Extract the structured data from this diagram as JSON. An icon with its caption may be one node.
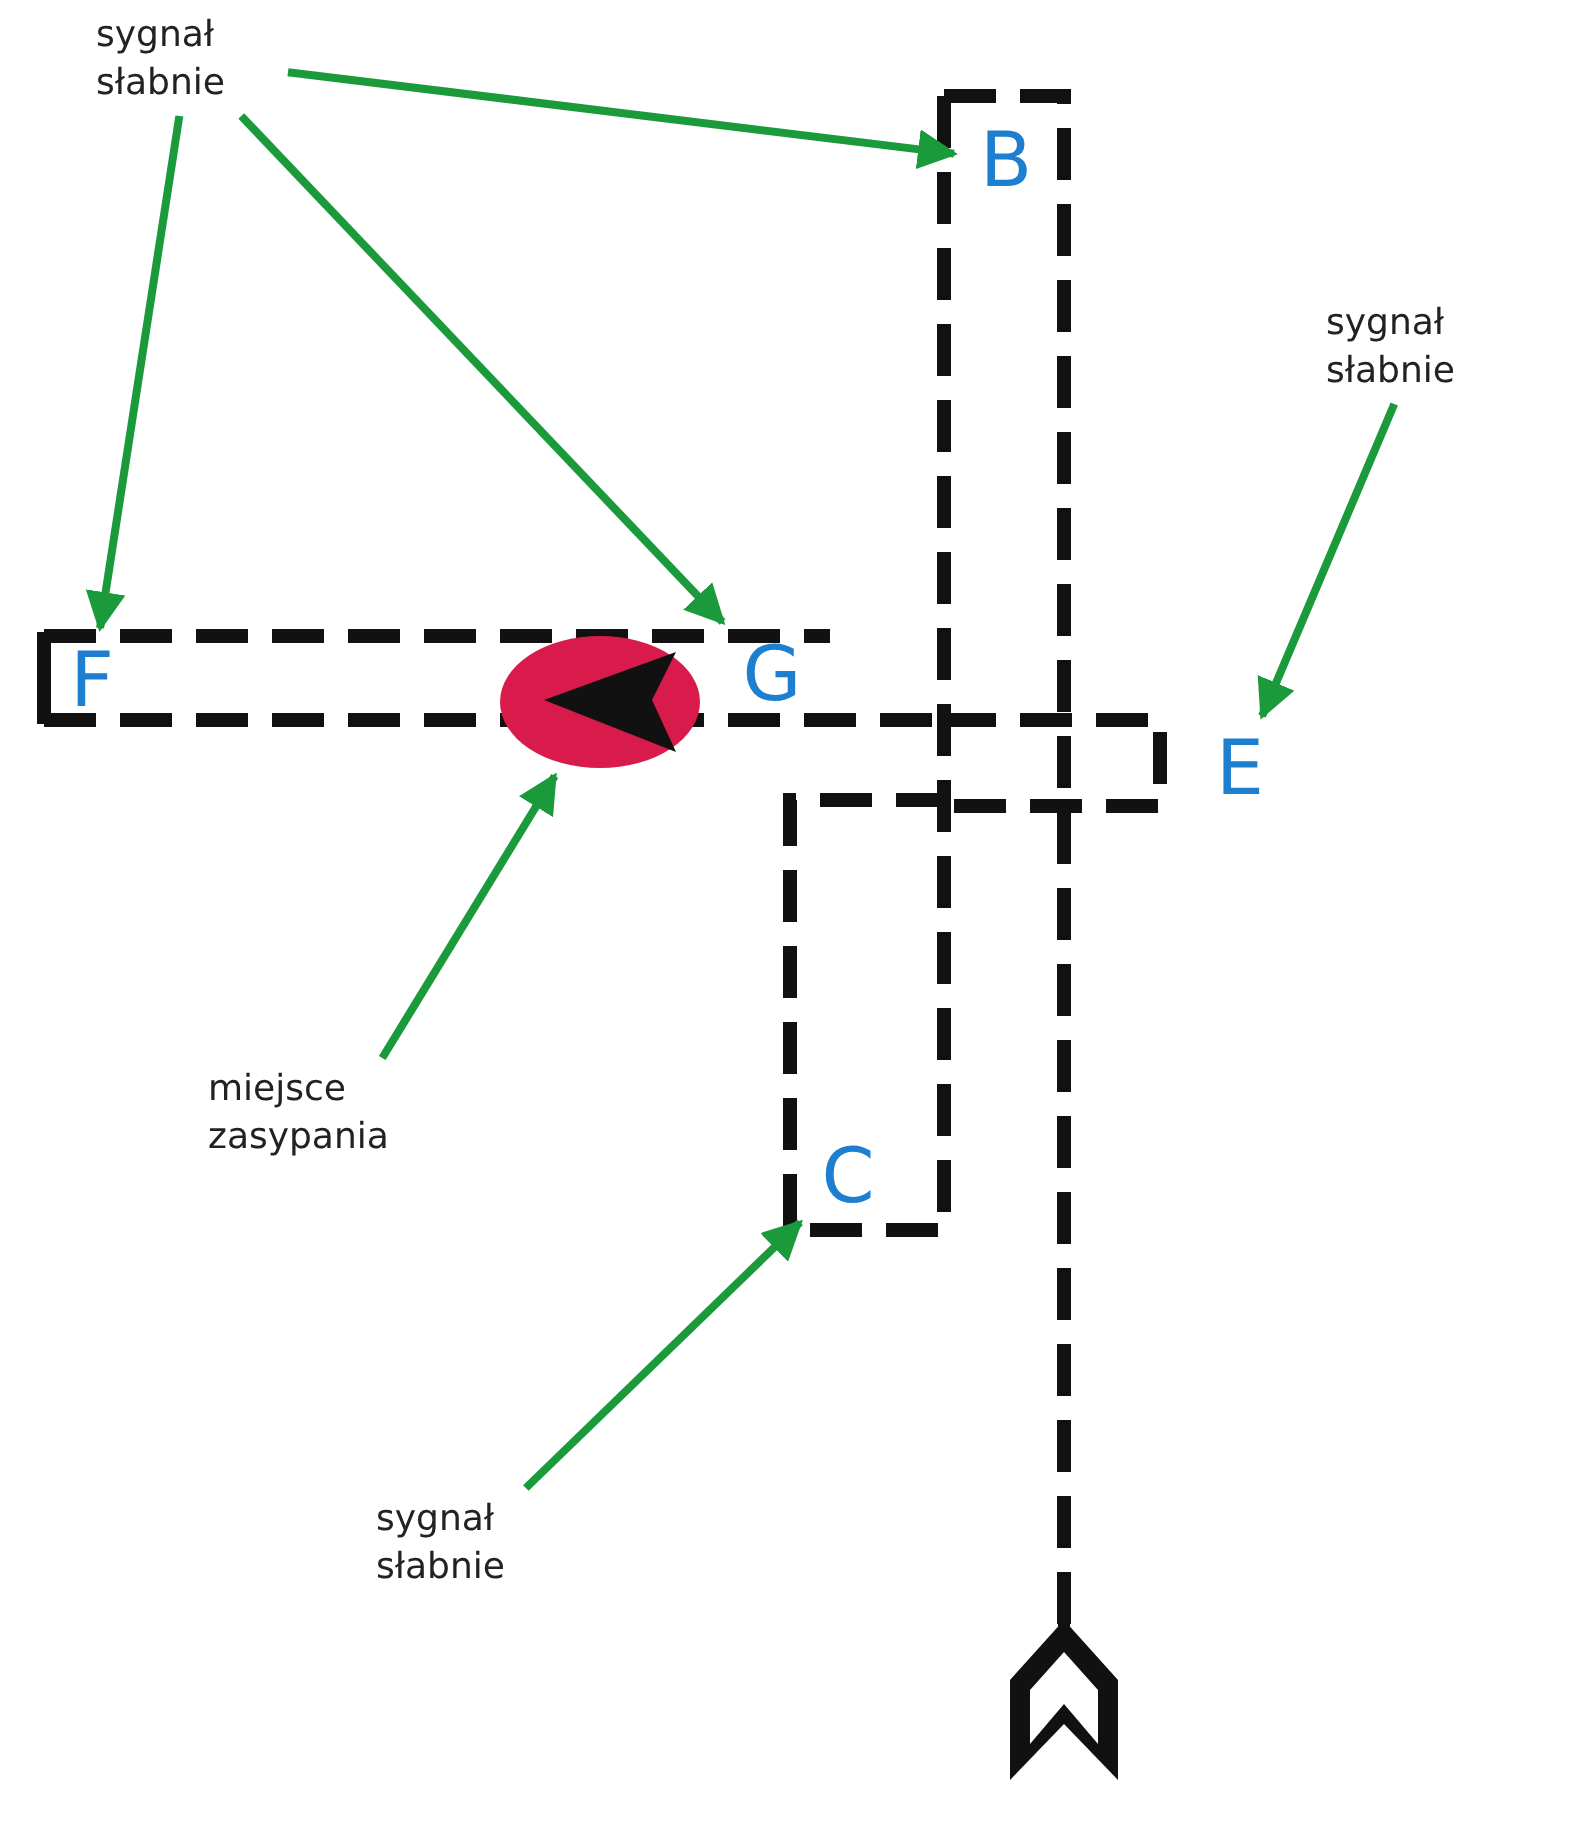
{
  "diagram": {
    "nodes": [
      {
        "text": [
          "sygnał słabnie"
        ]
      },
      {
        "text": [
          "B"
        ]
      },
      {
        "text": [
          "sygnał słabnie"
        ]
      },
      {
        "text": [
          "F"
        ]
      },
      {
        "text": [
          "G"
        ]
      },
      {
        "text": [
          "E"
        ]
      },
      {
        "text": [],
        "shape": "circle"
      },
      {
        "text": [
          "miejsce zasypania"
        ]
      },
      {
        "text": [
          "C"
        ]
      },
      {
        "text": [
          "sygnał słabnie"
        ]
      }
    ],
    "edges": [
      {
        "from": 0,
        "to": 1,
        "arrow": "to"
      },
      {
        "from": 0,
        "to": 3,
        "arrow": "to"
      },
      {
        "from": 0,
        "to": 4,
        "arrow": "to"
      },
      {
        "from": 2,
        "to": 5,
        "arrow": "to"
      },
      {
        "from": 7,
        "to": 6,
        "arrow": "to"
      },
      {
        "from": 9,
        "to": 8,
        "arrow": "to"
      }
    ]
  }
}
